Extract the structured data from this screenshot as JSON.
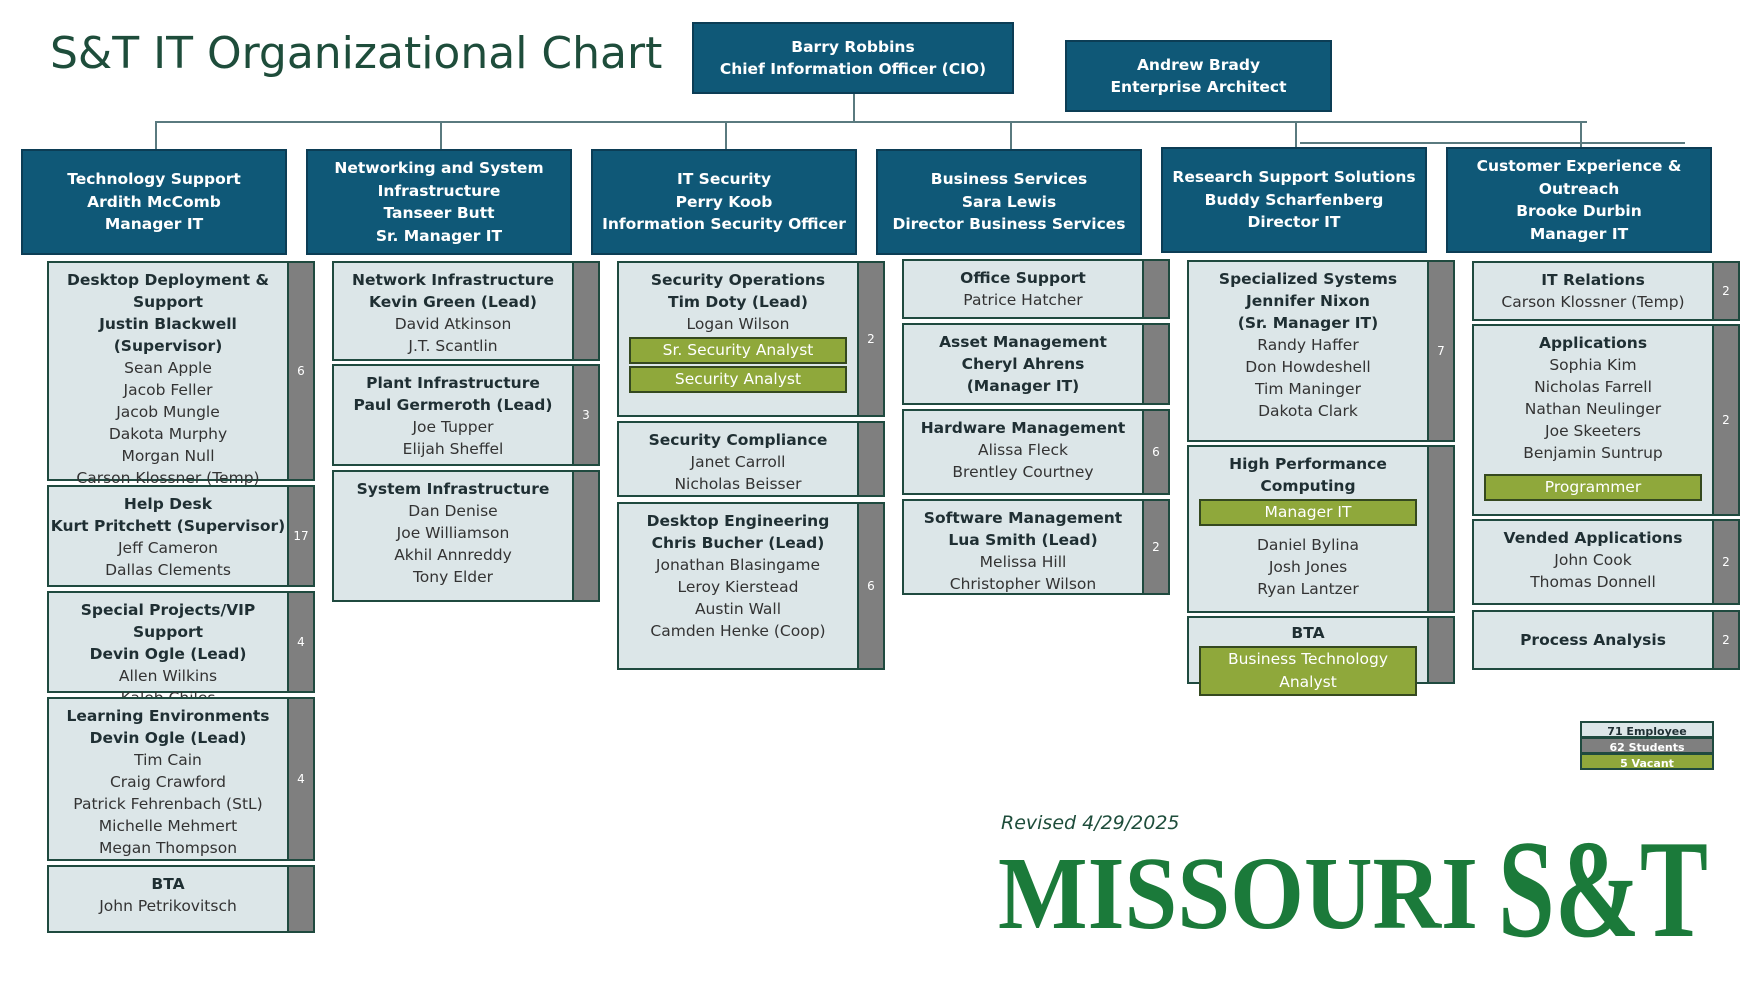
{
  "title": "S&T IT Organizational Chart",
  "cio": {
    "name": "Barry Robbins",
    "role": "Chief Information Officer (CIO)"
  },
  "architect": {
    "name": "Andrew Brady",
    "role": "Enterprise Architect"
  },
  "departments": [
    {
      "lines": [
        "Technology Support",
        "Ardith McComb",
        "Manager IT"
      ]
    },
    {
      "lines": [
        "Networking and System",
        "Infrastructure",
        "Tanseer Butt",
        "Sr. Manager IT"
      ]
    },
    {
      "lines": [
        "IT Security",
        "Perry Koob",
        "Information Security Officer"
      ]
    },
    {
      "lines": [
        "Business Services",
        "Sara Lewis",
        "Director Business Services"
      ]
    },
    {
      "lines": [
        "Research Support Solutions",
        "Buddy Scharfenberg",
        "Director IT"
      ]
    },
    {
      "lines": [
        "Customer Experience &",
        "Outreach",
        "Brooke Durbin",
        "Manager IT"
      ]
    }
  ],
  "teams": {
    "desktop": {
      "bold": [
        "Desktop Deployment &",
        "Support",
        "Justin Blackwell (Supervisor)"
      ],
      "names": [
        "Sean Apple",
        "Jacob Feller",
        "Jacob Mungle",
        "Dakota Murphy",
        "Morgan Null",
        "Carson Klossner (Temp)"
      ],
      "count": "6"
    },
    "helpdesk": {
      "bold": [
        "Help Desk",
        "Kurt Pritchett (Supervisor)"
      ],
      "names": [
        "Jeff Cameron",
        "Dallas Clements"
      ],
      "count": "17"
    },
    "special": {
      "bold": [
        "Special Projects/VIP Support",
        "Devin Ogle (Lead)"
      ],
      "names": [
        "Allen Wilkins",
        "Kaleb Chiles"
      ],
      "count": "4"
    },
    "learning": {
      "bold": [
        "Learning Environments",
        "Devin Ogle (Lead)"
      ],
      "names": [
        "Tim Cain",
        "Craig Crawford",
        "Patrick Fehrenbach (StL)",
        "Michelle Mehmert",
        "Megan Thompson"
      ],
      "count": "4"
    },
    "bta1": {
      "bold": [
        "BTA"
      ],
      "names": [
        "John Petrikovitsch"
      ],
      "count": ""
    },
    "network": {
      "bold": [
        "Network Infrastructure",
        "Kevin Green (Lead)"
      ],
      "names": [
        "David Atkinson",
        "J.T. Scantlin"
      ],
      "count": ""
    },
    "plant": {
      "bold": [
        "Plant Infrastructure",
        "Paul Germeroth (Lead)"
      ],
      "names": [
        "Joe Tupper",
        "Elijah Sheffel"
      ],
      "count": "3"
    },
    "system": {
      "bold": [
        "System Infrastructure"
      ],
      "names": [
        "Dan Denise",
        "Joe Williamson",
        "Akhil Annreddy",
        "Tony Elder"
      ],
      "count": ""
    },
    "secops": {
      "bold": [
        "Security Operations",
        "Tim Doty (Lead)"
      ],
      "names": [
        "Logan Wilson"
      ],
      "vacant": [
        "Sr. Security Analyst",
        "Security Analyst"
      ],
      "count": "2"
    },
    "seccomp": {
      "bold": [
        "Security Compliance"
      ],
      "names": [
        "Janet Carroll",
        "Nicholas Beisser"
      ],
      "count": ""
    },
    "deskeng": {
      "bold": [
        "Desktop Engineering",
        "Chris Bucher (Lead)"
      ],
      "names": [
        "Jonathan Blasingame",
        "Leroy Kierstead",
        "Austin Wall",
        "Camden Henke (Coop)"
      ],
      "count": "6"
    },
    "office": {
      "bold": [
        "Office Support"
      ],
      "names": [
        "Patrice Hatcher"
      ],
      "count": ""
    },
    "asset": {
      "bold": [
        "Asset Management",
        "Cheryl Ahrens",
        "(Manager IT)"
      ],
      "names": [],
      "count": ""
    },
    "hardware": {
      "bold": [
        "Hardware Management"
      ],
      "names": [
        "Alissa Fleck",
        "Brentley Courtney"
      ],
      "count": "6"
    },
    "software": {
      "bold": [
        "Software Management",
        "Lua Smith (Lead)"
      ],
      "names": [
        "Melissa Hill",
        "Christopher Wilson"
      ],
      "count": "2"
    },
    "specialized": {
      "bold": [
        "Specialized Systems",
        "Jennifer Nixon",
        "(Sr. Manager IT)"
      ],
      "names": [
        "Randy Haffer",
        "Don Howdeshell",
        "Tim Maninger",
        "Dakota Clark"
      ],
      "count": "7"
    },
    "hpc": {
      "bold": [
        "High Performance",
        "Computing"
      ],
      "vacant": [
        "Manager IT"
      ],
      "names": [
        "Daniel Bylina",
        "Josh Jones",
        "Ryan Lantzer"
      ],
      "count": ""
    },
    "bta2": {
      "bold": [
        "BTA"
      ],
      "vacant": [
        "Business Technology Analyst"
      ],
      "names": [],
      "count": ""
    },
    "itrel": {
      "bold": [
        "IT Relations"
      ],
      "names": [
        "Carson Klossner (Temp)"
      ],
      "count": "2"
    },
    "apps": {
      "bold": [
        "Applications"
      ],
      "names": [
        "Sophia Kim",
        "Nicholas Farrell",
        "Nathan Neulinger",
        "Joe Skeeters",
        "Benjamin Suntrup"
      ],
      "vacant": [
        "Programmer"
      ],
      "count": "2"
    },
    "vended": {
      "bold": [
        "Vended Applications"
      ],
      "names": [
        "John Cook",
        "Thomas Donnell"
      ],
      "count": "2"
    },
    "process": {
      "bold": [
        "Process Analysis"
      ],
      "names": [],
      "count": "2"
    }
  },
  "legend": {
    "employee": "71 Employee",
    "students": "62 Students",
    "vacant": "5 Vacant"
  },
  "revised": "Revised 4/29/2025",
  "logo_text": "MISSOURI S&T",
  "colors": {
    "dept_blue": "#0f5877",
    "card_bg": "#dce6e8",
    "vacant_green": "#8fa83b",
    "student_gray": "#7f7f7f",
    "brand_green": "#1b7a3a"
  }
}
